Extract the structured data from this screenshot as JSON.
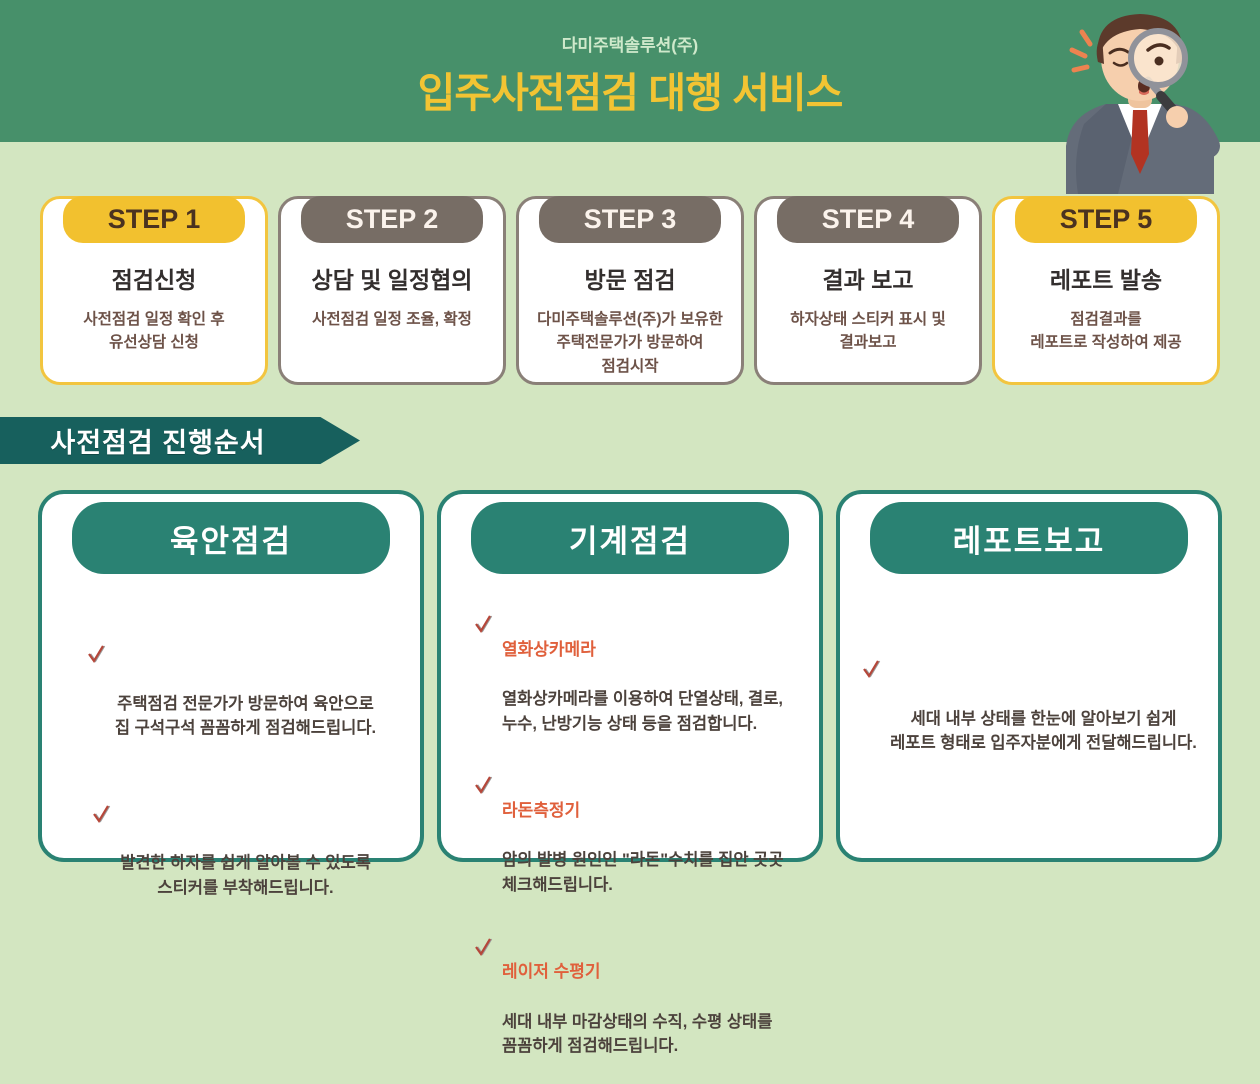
{
  "header": {
    "company": "다미주택솔루션(주)",
    "title": "입주사전점검 대행 서비스"
  },
  "steps": [
    {
      "badge": "STEP 1",
      "title": "점검신청",
      "desc": "사전점검 일정 확인 후\n유선상담 신청",
      "accent": "yellow"
    },
    {
      "badge": "STEP 2",
      "title": "상담 및 일정협의",
      "desc": "사전점검 일정 조율, 확정",
      "accent": "grey"
    },
    {
      "badge": "STEP 3",
      "title": "방문 점검",
      "desc": "다미주택솔루션(주)가 보유한\n주택전문가가 방문하여\n점검시작",
      "accent": "grey"
    },
    {
      "badge": "STEP 4",
      "title": "결과 보고",
      "desc": "하자상태 스티커 표시 및\n결과보고",
      "accent": "grey"
    },
    {
      "badge": "STEP 5",
      "title": "레포트 발송",
      "desc": "점검결과를\n레포트로 작성하여 제공",
      "accent": "yellow"
    }
  ],
  "banner": {
    "label": "사전점검 진행순서"
  },
  "sections": [
    {
      "title": "육안점검",
      "items": [
        {
          "heading": "",
          "body": "주택점검 전문가가 방문하여 육안으로\n집 구석구석 꼼꼼하게 점검해드립니다."
        },
        {
          "heading": "",
          "body": "발견한 하자를 쉽게 알아볼 수 있도록\n스티커를 부착해드립니다."
        }
      ]
    },
    {
      "title": "기계점검",
      "items": [
        {
          "heading": "열화상카메라",
          "body": "열화상카메라를 이용하여 단열상태, 결로,\n누수, 난방기능 상태 등을 점검합니다."
        },
        {
          "heading": "라돈측정기",
          "body": "암의 발병 원인인 \"라돈\"수치를 집안 곳곳\n체크해드립니다."
        },
        {
          "heading": "레이저 수평기",
          "body": "세대 내부 마감상태의 수직, 수평 상태를\n꼼꼼하게 점검해드립니다."
        }
      ]
    },
    {
      "title": "레포트보고",
      "items": [
        {
          "heading": "",
          "body": "세대 내부 상태를 한눈에 알아보기 쉽게\n레포트 형태로 입주자분에게 전달해드립니다."
        }
      ]
    }
  ],
  "illustration": {
    "name": "inspector-with-magnifying-glass"
  },
  "colors": {
    "header_bg": "#47906a",
    "page_bg": "#d3e6c1",
    "title_yellow": "#f2c433",
    "subtitle_green": "#cfe9cb",
    "badge_yellow": "#f2c12f",
    "badge_grey": "#776d65",
    "banner_teal": "#17605d",
    "section_teal": "#2a8273",
    "bullet_heading_orange": "#e0603c",
    "check_red": "#b5473a",
    "desc_brown": "#6d5248"
  }
}
